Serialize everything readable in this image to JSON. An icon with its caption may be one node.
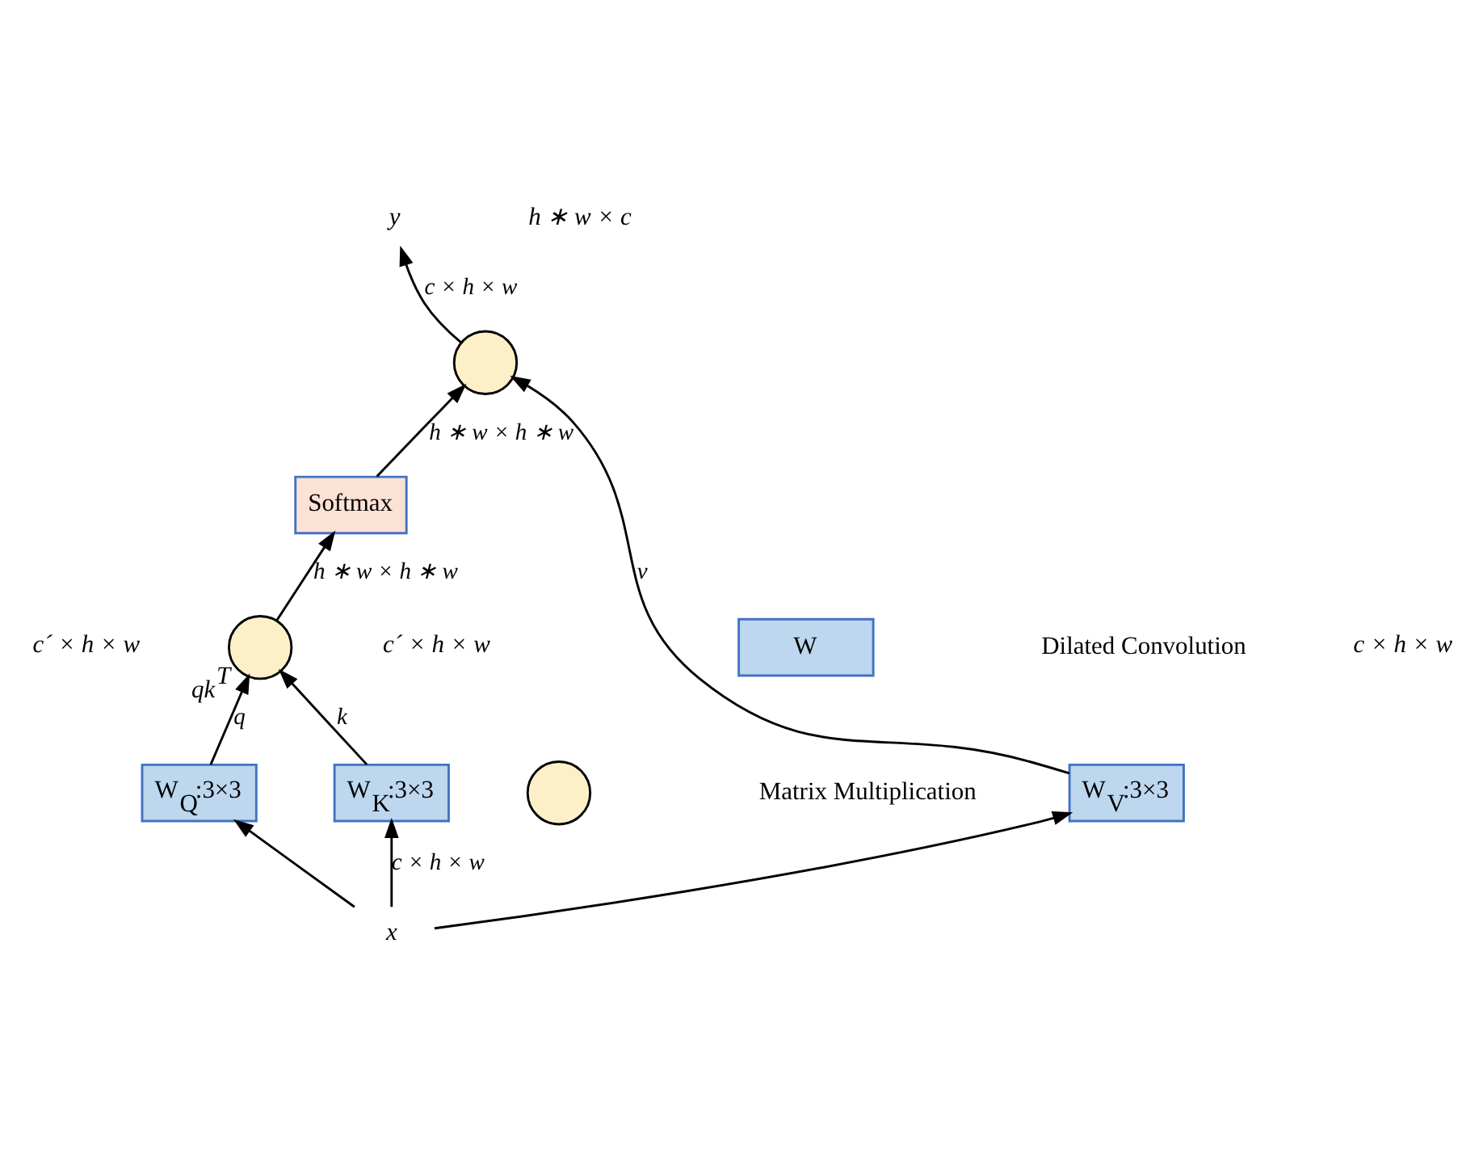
{
  "diagram": {
    "nodes": [
      {
        "text": [
          "x"
        ]
      },
      {
        "text": [
          "W$_{Q}$:3×3"
        ]
      },
      {
        "text": [
          "W$_{K}$:3×3"
        ]
      },
      {
        "text": [
          "W$_{V}$:3×3"
        ]
      },
      {
        "text": [],
        "shape": "circle",
        "beside": [
          "qk$^{T}$"
        ]
      },
      {
        "text": [
          "Softmax"
        ]
      },
      {
        "text": [],
        "shape": "circle"
      },
      {
        "text": [
          "y"
        ]
      },
      {
        "text": [
          "W"
        ]
      },
      {
        "text": [],
        "shape": "circle"
      }
    ],
    "edges": [
      {
        "from": 0,
        "to": 1,
        "arrow": "to"
      },
      {
        "from": 0,
        "to": 2,
        "arrow": "to",
        "label": "c × h × w"
      },
      {
        "from": 0,
        "to": 3,
        "arrow": "to"
      },
      {
        "from": 1,
        "to": 4,
        "arrow": "to",
        "label": "q"
      },
      {
        "from": 2,
        "to": 4,
        "arrow": "to",
        "label": "k"
      },
      {
        "from": 4,
        "to": 5,
        "arrow": "to",
        "label": "h ∗ w × h ∗ w"
      },
      {
        "from": 5,
        "to": 6,
        "arrow": "to",
        "label": "h ∗ w × h ∗ w"
      },
      {
        "from": 3,
        "to": 6,
        "arrow": "to",
        "label": "v"
      },
      {
        "from": 6,
        "to": 7,
        "arrow": "to",
        "label": "c × h × w"
      }
    ],
    "labels": [
      "c´ × h × w",
      "c´ × h × w",
      "c × h × w",
      "h ∗ w × c"
    ],
    "legend": [
      {
        "text": "Dilated Convolution"
      },
      {
        "text": "Matrix Multiplication"
      }
    ]
  }
}
